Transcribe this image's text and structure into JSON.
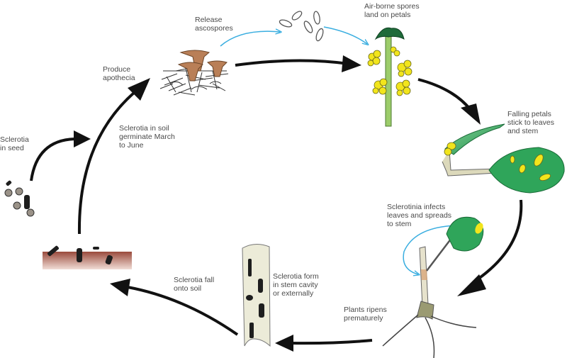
{
  "title": "Sclerotinia disease cycle",
  "colors": {
    "cycle_arrow": "#111111",
    "spore_arrow": "#3aaee0",
    "label_text": "#4a4a4a",
    "apothecia": "#b97f57",
    "leaf_green": "#2fa55a",
    "petal_yellow": "#f2e51c",
    "stem_green": "#9ccc6a",
    "soil": "#a9574a",
    "sclerotia": "#1e1e1e",
    "stem_pale": "#e6e2cc"
  },
  "labels": {
    "produce_apothecia": "Produce\napothecia",
    "release_ascospores": "Release\nascospores",
    "airborne_spores": "Air-borne spores\nland on petals",
    "falling_petals": "Falling petals\nstick to leaves\nand stem",
    "infects_leaves": "Sclerotinia infects\nleaves and spreads\nto stem",
    "plants_ripen": "Plants ripens\nprematurely",
    "sclerotia_form": "Sclerotia form\nin stem cavity\nor externally",
    "sclerotia_fall": "Sclerotia fall\nonto soil",
    "sclerotia_in_soil": "Sclerotia in soil\ngerminate March\nto June",
    "sclerotia_in_seed": "Sclerotia\nin seed"
  },
  "stages": [
    {
      "id": "sclerotia-in-seed",
      "name": "Sclerotia in seed"
    },
    {
      "id": "sclerotia-in-soil",
      "name": "Sclerotia in soil"
    },
    {
      "id": "apothecia",
      "name": "Apothecia"
    },
    {
      "id": "ascospores",
      "name": "Ascospores"
    },
    {
      "id": "flowering-plant",
      "name": "Flowering plant"
    },
    {
      "id": "infected-leaves",
      "name": "Leaves with petals"
    },
    {
      "id": "infected-stem",
      "name": "Infected stem"
    },
    {
      "id": "stem-with-sclerotia",
      "name": "Stem with sclerotia"
    }
  ]
}
